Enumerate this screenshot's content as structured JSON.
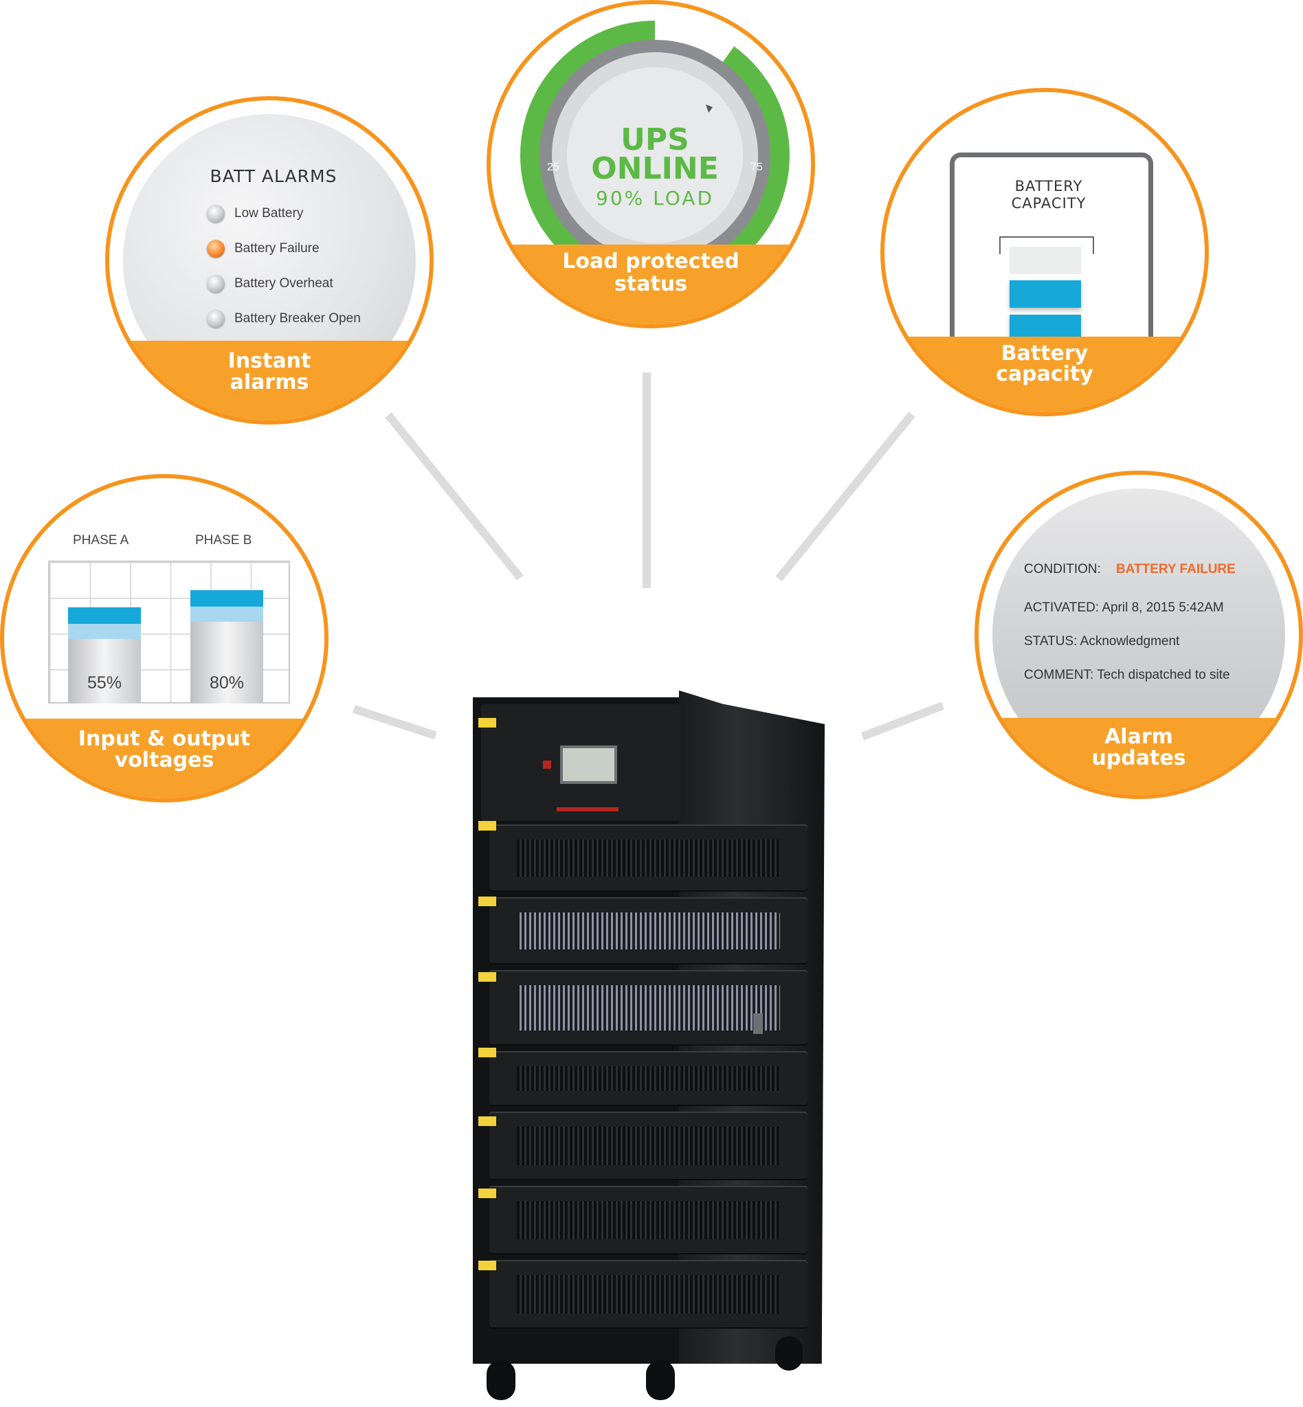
{
  "alarms_panel": {
    "title": "BATT ALARMS",
    "items": [
      {
        "label": "Low Battery",
        "active": false
      },
      {
        "label": "Battery Failure",
        "active": true
      },
      {
        "label": "Battery Overheat",
        "active": false
      },
      {
        "label": "Battery Breaker Open",
        "active": false
      }
    ],
    "caption_line1": "Instant",
    "caption_line2": "alarms"
  },
  "load_panel": {
    "status_line1": "UPS",
    "status_line2": "ONLINE",
    "load_text": "90% LOAD",
    "load_fraction": 0.9,
    "tick_left": "25",
    "tick_right": "75",
    "caption_line1": "Load protected",
    "caption_line2": "status"
  },
  "battery_panel": {
    "title_line1": "BATTERY",
    "title_line2": "CAPACITY",
    "caption_line1": "Battery",
    "caption_line2": "capacity"
  },
  "voltage_panel": {
    "phases": [
      {
        "label": "PHASE A",
        "percent_text": "55%",
        "fraction": 0.55
      },
      {
        "label": "PHASE B",
        "percent_text": "80%",
        "fraction": 0.8
      }
    ],
    "caption_line1": "Input & output",
    "caption_line2": "voltages"
  },
  "alarm_updates_panel": {
    "condition_label": "CONDITION:",
    "condition_value": "BATTERY FAILURE",
    "activated": "ACTIVATED: April 8, 2015 5:42AM",
    "status": "STATUS: Acknowledgment",
    "comment": "COMMENT: Tech dispatched to site",
    "caption_line1": "Alarm",
    "caption_line2": "updates"
  },
  "colors": {
    "orange": "#F7941D",
    "green": "#5DB946",
    "blue": "#17A8DA",
    "alert_orange": "#F06A2A"
  }
}
